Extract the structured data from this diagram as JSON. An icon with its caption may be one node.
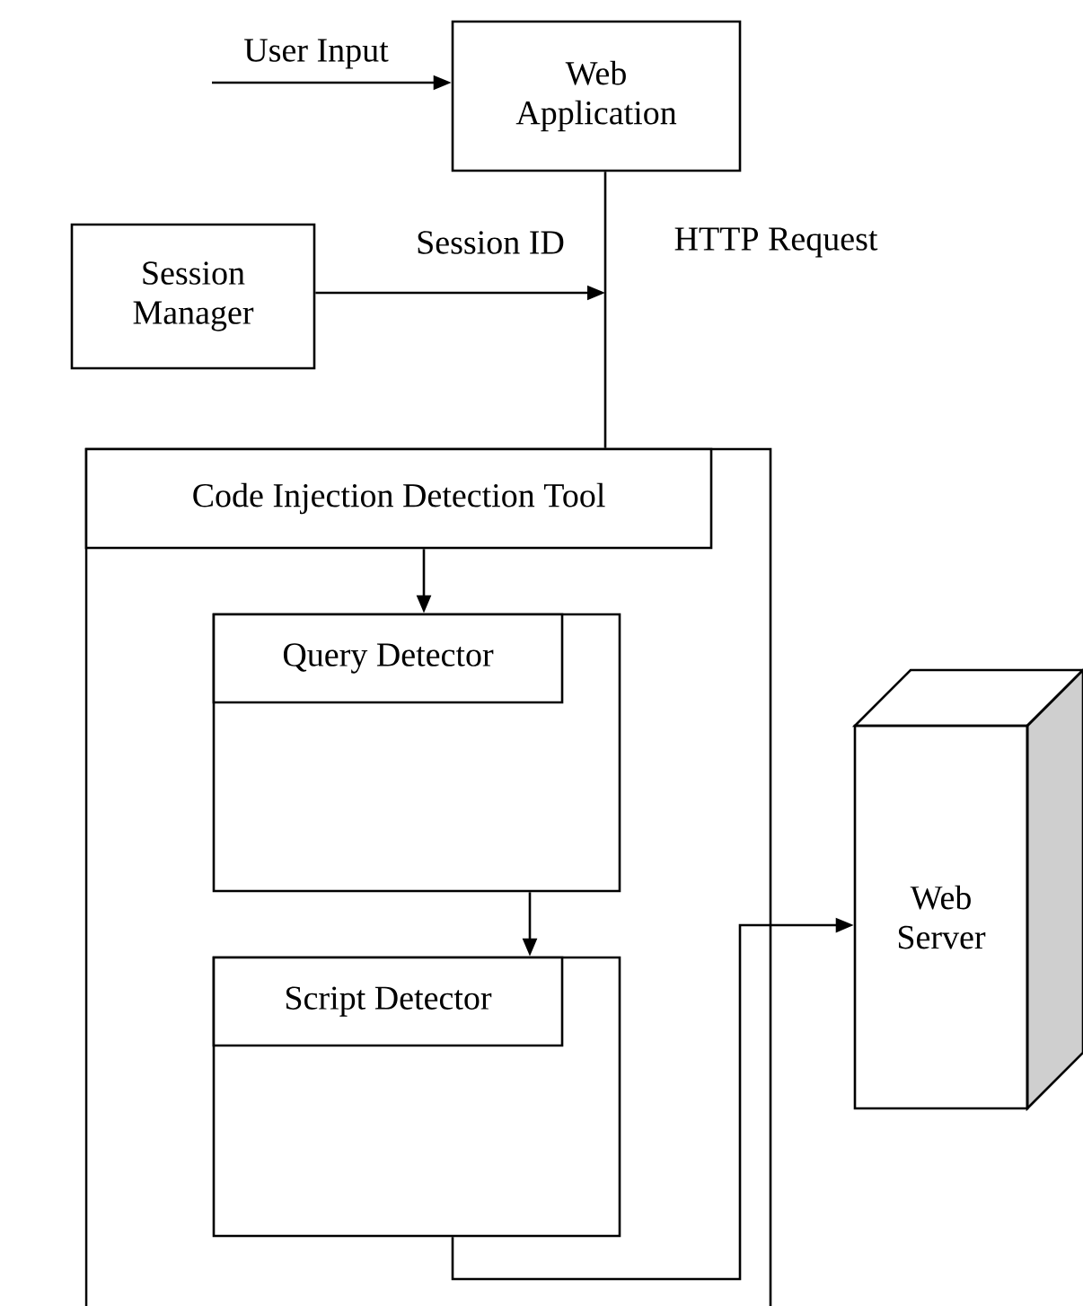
{
  "diagram": {
    "nodes": [
      {
        "text": [
          "Web Application"
        ]
      },
      {
        "text": [
          "Session Manager"
        ]
      },
      {
        "text": [],
        "shape": "box"
      },
      {
        "text": [
          "Code Injection Detection Tool"
        ],
        "in": 2
      },
      {
        "text": [
          "Query Detector"
        ],
        "in": 2
      },
      {
        "text": [
          "Script Detector"
        ],
        "in": 2
      },
      {
        "text": [
          "Web Server"
        ]
      }
    ],
    "edges": [
      {
        "from": null,
        "to": 0,
        "arrow": "to",
        "label": "User Input"
      },
      {
        "from": 0,
        "to": 2,
        "arrow": "none",
        "label": "HTTP Request"
      },
      {
        "from": 1,
        "to": null,
        "arrow": "to",
        "label": "Session ID"
      },
      {
        "from": 3,
        "to": 4,
        "arrow": "to"
      },
      {
        "from": 4,
        "to": 5,
        "arrow": "to"
      },
      {
        "from": 5,
        "to": 6,
        "arrow": "to"
      }
    ]
  }
}
